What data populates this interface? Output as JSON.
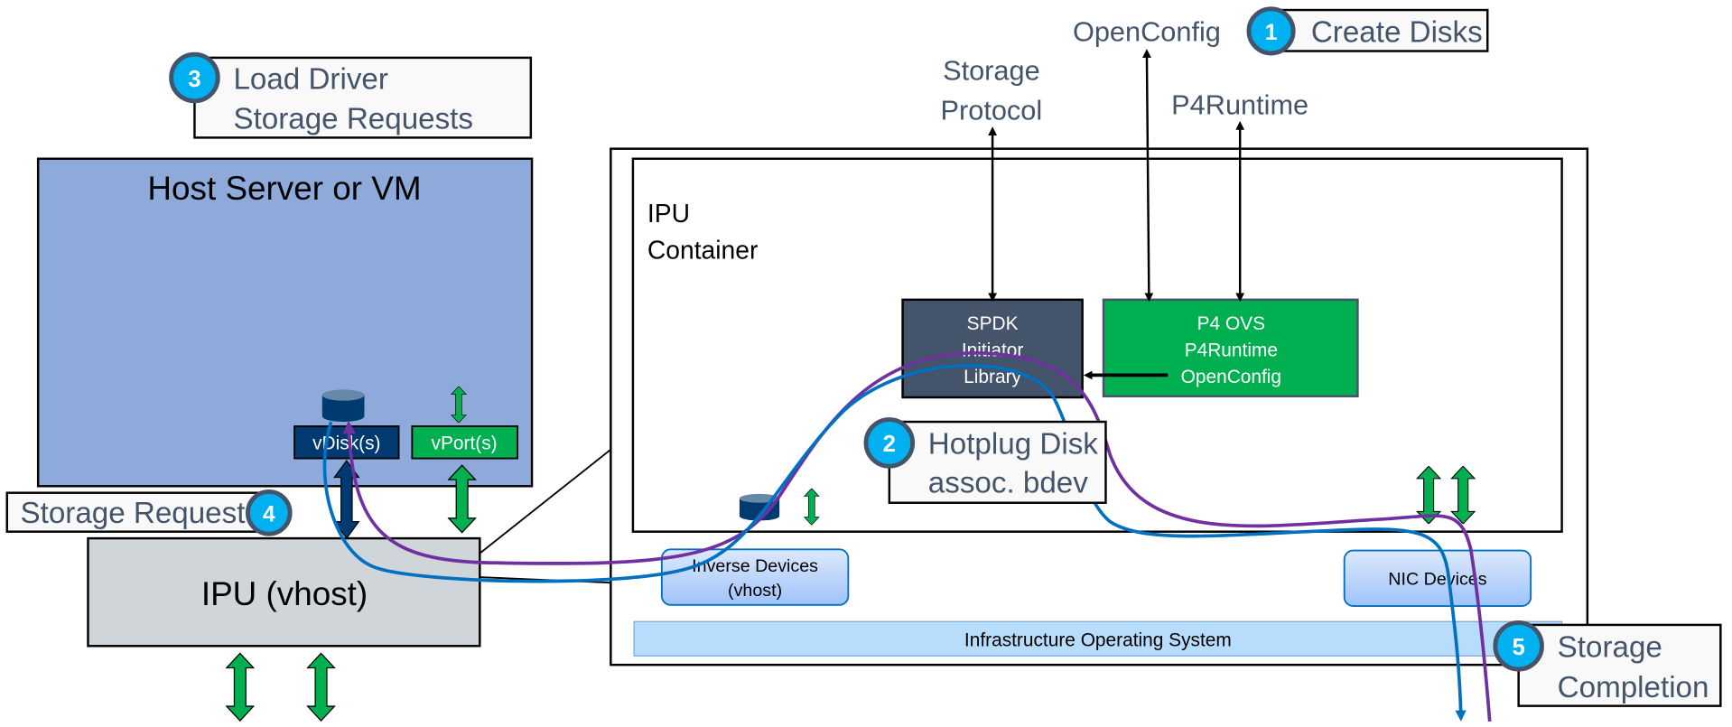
{
  "diagram": {
    "host": {
      "title": "Host Server or VM",
      "vdisk_label": "vDisk(s)",
      "vport_label": "vPort(s)"
    },
    "ipu_vhost": {
      "label": "IPU (vhost)"
    },
    "ipu_container": {
      "line1": "IPU",
      "line2": "Container"
    },
    "spdk": {
      "line1": "SPDK",
      "line2": "Initiator",
      "line3": "Library"
    },
    "p4ovs": {
      "line1": "P4 OVS",
      "line2": "P4Runtime",
      "line3": "OpenConfig"
    },
    "inverse_devices": {
      "line1": "Inverse Devices",
      "line2": "(vhost)"
    },
    "nic_devices": {
      "label": "NIC Devices"
    },
    "infra_os": {
      "label": "Infrastructure Operating System"
    },
    "external_labels": {
      "storage_protocol_1": "Storage",
      "storage_protocol_2": "Protocol",
      "openconfig": "OpenConfig",
      "p4runtime": "P4Runtime"
    },
    "steps": [
      {
        "number": "1",
        "line1": "Create Disks",
        "line2": ""
      },
      {
        "number": "2",
        "line1": "Hotplug Disk",
        "line2": "assoc. bdev"
      },
      {
        "number": "3",
        "line1": "Load Driver",
        "line2": "Storage Requests"
      },
      {
        "number": "4",
        "line1": "Storage Request",
        "line2": ""
      },
      {
        "number": "5",
        "line1": "Storage",
        "line2": "Completion"
      }
    ],
    "colors": {
      "host_fill": "#8eaadb",
      "ipu_vhost_fill": "#d0d5da",
      "spdk_fill": "#44546a",
      "p4ovs_fill": "#00b050",
      "vdisk_fill": "#003a70",
      "device_fill": "#b4d3fb",
      "infra_fill": "#b8dcfc",
      "step_badge": "#00b0f0",
      "step_ring": "#44546a",
      "request_path": "#7030a0",
      "completion_path": "#0070c0",
      "green_arrow": "#00b050"
    }
  }
}
